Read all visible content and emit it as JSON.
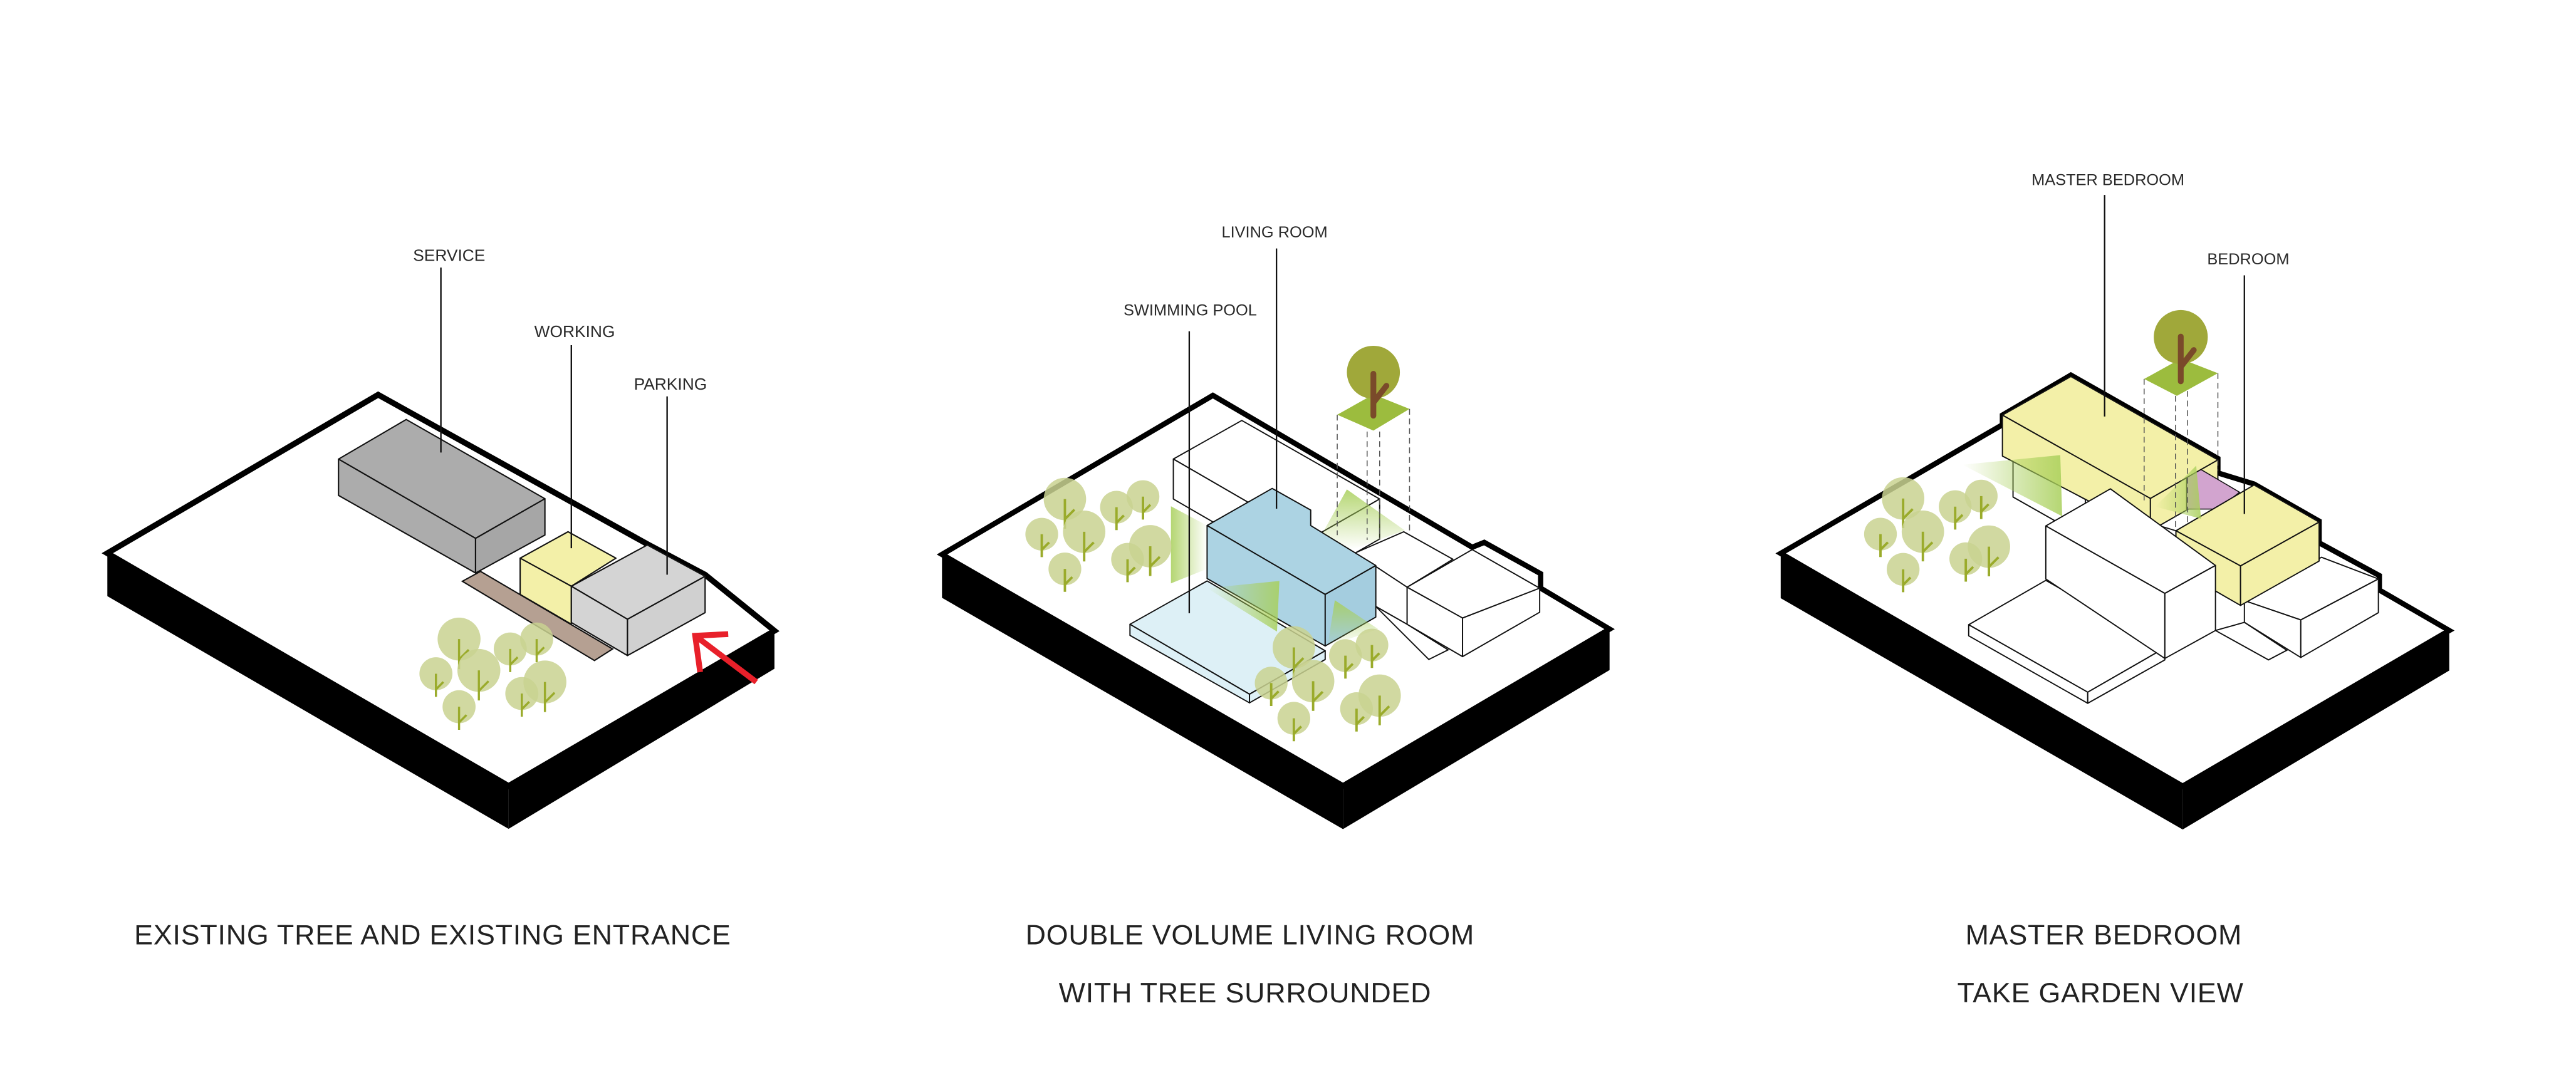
{
  "panels": [
    {
      "labels": {
        "service": "SERVICE",
        "working": "WORKING",
        "parking": "PARKING"
      },
      "caption": [
        "EXISTING TREE AND EXISTING ENTRANCE"
      ]
    },
    {
      "labels": {
        "living_room": "LIVING ROOM",
        "swimming_pool": "SWIMMING POOL"
      },
      "caption": [
        "DOUBLE VOLUME LIVING ROOM",
        "WITH TREE SURROUNDED"
      ]
    },
    {
      "labels": {
        "master_bedroom": "MASTER BEDROOM",
        "bedroom": "BEDROOM"
      },
      "caption": [
        "MASTER BEDROOM",
        "TAKE GARDEN VIEW"
      ]
    }
  ],
  "colors": {
    "service": "#acacac",
    "working": "#f3f0a8",
    "parking": "#d4d4d4",
    "path": "#b5a092",
    "entrance_arrow": "#e8202a",
    "living": "#acd3e3",
    "pool": "#ddf0f6",
    "tree": "#c9d291",
    "tree_trunk": "#9aab2b",
    "feature_tree": "#a0a83a",
    "feature_ground": "#9cbc3e",
    "feature_trunk": "#7a4a2a",
    "bedroom": "#f3f0a8",
    "purple": "#d2a4cf"
  }
}
